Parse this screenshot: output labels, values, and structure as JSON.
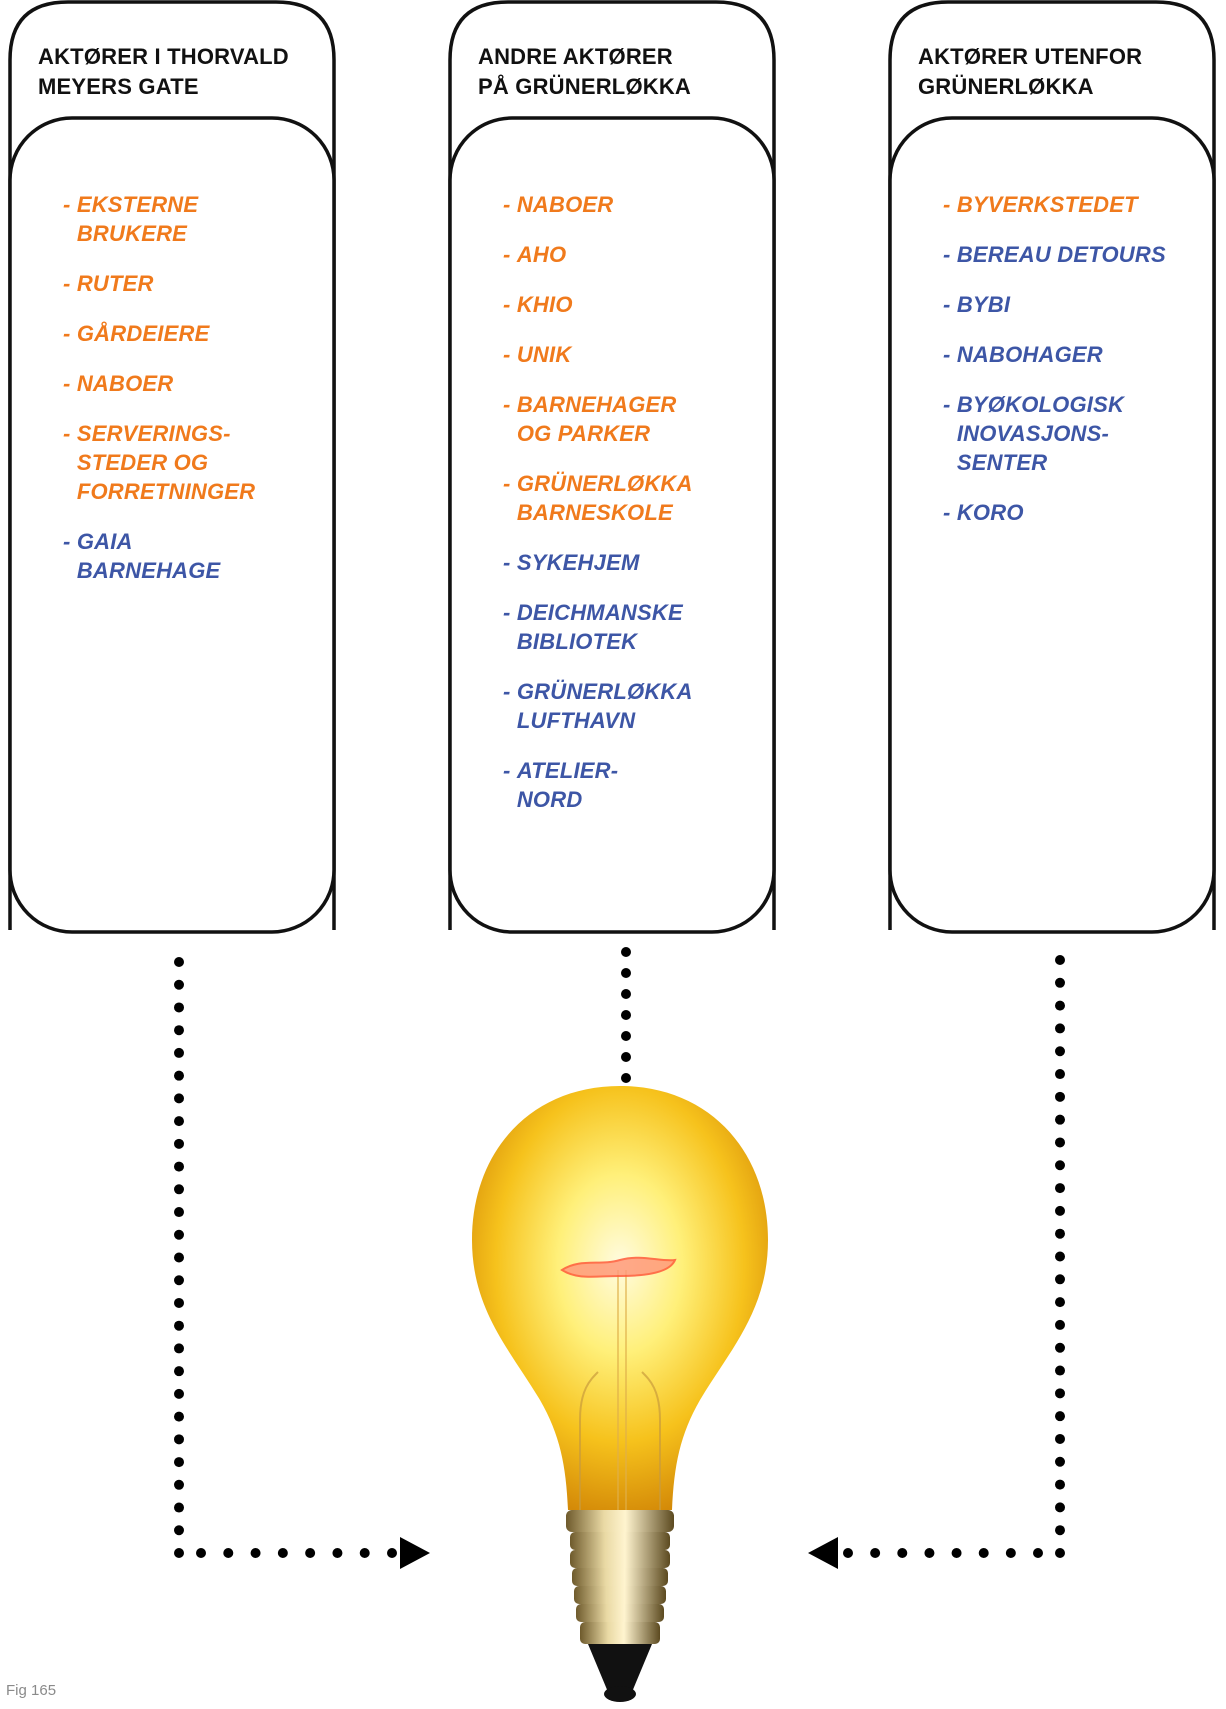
{
  "colors": {
    "orange": "#f07a1c",
    "blue": "#3d56a6",
    "ink": "#111111"
  },
  "columns": [
    {
      "title": "AKTØRER I THORVALD\nMEYERS GATE",
      "items": [
        {
          "text": "EKSTERNE\nBRUKERE",
          "color": "orange"
        },
        {
          "text": "RUTER",
          "color": "orange"
        },
        {
          "text": "GÅRDEIERE",
          "color": "orange"
        },
        {
          "text": "NABOER",
          "color": "orange"
        },
        {
          "text": "SERVERINGS-\nSTEDER OG\nFORRETNINGER",
          "color": "orange"
        },
        {
          "text": "GAIA\nBARNEHAGE",
          "color": "blue"
        }
      ]
    },
    {
      "title": "ANDRE AKTØRER\nPÅ GRÜNERLØKKA",
      "items": [
        {
          "text": "NABOER",
          "color": "orange"
        },
        {
          "text": "AHO",
          "color": "orange"
        },
        {
          "text": "KHIO",
          "color": "orange"
        },
        {
          "text": "UNIK",
          "color": "orange"
        },
        {
          "text": "BARNEHAGER\nOG PARKER",
          "color": "orange"
        },
        {
          "text": "GRÜNERLØKKA\nBARNESKOLE",
          "color": "orange"
        },
        {
          "text": "SYKEHJEM",
          "color": "blue"
        },
        {
          "text": "DEICHMANSKE\nBIBLIOTEK",
          "color": "blue"
        },
        {
          "text": "GRÜNERLØKKA\nLUFTHAVN",
          "color": "blue"
        },
        {
          "text": "ATELIER-\nNORD",
          "color": "blue"
        }
      ]
    },
    {
      "title": "AKTØRER UTENFOR\nGRÜNERLØKKA",
      "items": [
        {
          "text": "BYVERKSTEDET",
          "color": "orange"
        },
        {
          "text": "BEREAU DETOURS",
          "color": "blue"
        },
        {
          "text": "BYBI",
          "color": "blue"
        },
        {
          "text": "NABOHAGER",
          "color": "blue"
        },
        {
          "text": "BYØKOLOGISK\nINOVASJONS-\nSENTER",
          "color": "blue"
        },
        {
          "text": "KORO",
          "color": "blue"
        }
      ]
    }
  ],
  "bulb": {
    "icon": "light-bulb-icon"
  },
  "figure_label": "Fig 165"
}
